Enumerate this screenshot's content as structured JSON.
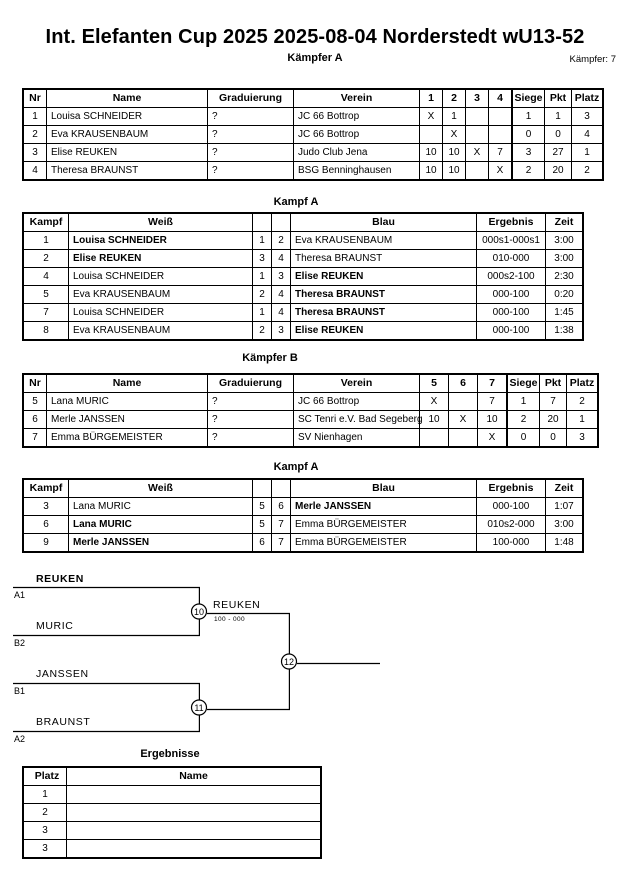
{
  "header": {
    "title": "Int. Elefanten Cup 2025  2025-08-04  Norderstedt   wU13-52",
    "subtitle": "Kämpfer A",
    "fighter_count": "Kämpfer: 7"
  },
  "standings_columns": [
    "Nr",
    "Name",
    "Graduierung",
    "Verein",
    "Siege",
    "Pkt",
    "Platz"
  ],
  "pools": [
    {
      "caption": "Kämpfer A",
      "round_columns": [
        "1",
        "2",
        "3",
        "4"
      ],
      "rows": [
        {
          "nr": "1",
          "name": "Louisa SCHNEIDER",
          "grade": "?",
          "club": "JC 66 Bottrop",
          "club_overflow": false,
          "grid": [
            "X",
            "1",
            "",
            ""
          ],
          "siege": "1",
          "pkt": "1",
          "platz": "3"
        },
        {
          "nr": "2",
          "name": "Eva KRAUSENBAUM",
          "grade": "?",
          "club": "JC 66 Bottrop",
          "club_overflow": false,
          "grid": [
            "",
            "X",
            "",
            ""
          ],
          "siege": "0",
          "pkt": "0",
          "platz": "4"
        },
        {
          "nr": "3",
          "name": "Elise REUKEN",
          "grade": "?",
          "club": "Judo Club Jena",
          "club_overflow": false,
          "grid": [
            "10",
            "10",
            "X",
            "7"
          ],
          "siege": "3",
          "pkt": "27",
          "platz": "1"
        },
        {
          "nr": "4",
          "name": "Theresa BRAUNST",
          "grade": "?",
          "club": "BSG Benninghausen",
          "club_overflow": false,
          "grid": [
            "10",
            "10",
            "",
            "X"
          ],
          "siege": "2",
          "pkt": "20",
          "platz": "2"
        }
      ],
      "match_caption": "Kampf A",
      "match_columns": [
        "Kampf",
        "Weiß",
        "Blau",
        "Ergebnis",
        "Zeit"
      ],
      "matches": [
        {
          "nr": "1",
          "white": "Louisa SCHNEIDER",
          "white_bold": true,
          "white_nr": "1",
          "blue_nr": "2",
          "blue": "Eva KRAUSENBAUM",
          "blue_bold": false,
          "result": "000s1-000s1",
          "time": "3:00"
        },
        {
          "nr": "2",
          "white": "Elise REUKEN",
          "white_bold": true,
          "white_nr": "3",
          "blue_nr": "4",
          "blue": "Theresa BRAUNST",
          "blue_bold": false,
          "result": "010-000",
          "time": "3:00"
        },
        {
          "nr": "4",
          "white": "Louisa SCHNEIDER",
          "white_bold": false,
          "white_nr": "1",
          "blue_nr": "3",
          "blue": "Elise REUKEN",
          "blue_bold": true,
          "result": "000s2-100",
          "time": "2:30"
        },
        {
          "nr": "5",
          "white": "Eva KRAUSENBAUM",
          "white_bold": false,
          "white_nr": "2",
          "blue_nr": "4",
          "blue": "Theresa BRAUNST",
          "blue_bold": true,
          "result": "000-100",
          "time": "0:20"
        },
        {
          "nr": "7",
          "white": "Louisa SCHNEIDER",
          "white_bold": false,
          "white_nr": "1",
          "blue_nr": "4",
          "blue": "Theresa BRAUNST",
          "blue_bold": true,
          "result": "000-100",
          "time": "1:45"
        },
        {
          "nr": "8",
          "white": "Eva KRAUSENBAUM",
          "white_bold": false,
          "white_nr": "2",
          "blue_nr": "3",
          "blue": "Elise REUKEN",
          "blue_bold": true,
          "result": "000-100",
          "time": "1:38"
        }
      ]
    },
    {
      "caption": "Kämpfer B",
      "round_columns": [
        "5",
        "6",
        "7"
      ],
      "rows": [
        {
          "nr": "5",
          "name": "Lana MURIC",
          "grade": "?",
          "club": "JC 66 Bottrop",
          "club_overflow": false,
          "grid": [
            "X",
            "",
            "7"
          ],
          "siege": "1",
          "pkt": "7",
          "platz": "2"
        },
        {
          "nr": "6",
          "name": "Merle JANSSEN",
          "grade": "?",
          "club": "SC Tenri e.V. Bad Segeberg",
          "club_overflow": true,
          "grid": [
            "10",
            "X",
            "10"
          ],
          "siege": "2",
          "pkt": "20",
          "platz": "1"
        },
        {
          "nr": "7",
          "name": "Emma BÜRGEMEISTER",
          "grade": "?",
          "club": "SV Nienhagen",
          "club_overflow": false,
          "grid": [
            "",
            "",
            "X"
          ],
          "siege": "0",
          "pkt": "0",
          "platz": "3"
        }
      ],
      "match_caption": "Kampf A",
      "match_columns": [
        "Kampf",
        "Weiß",
        "Blau",
        "Ergebnis",
        "Zeit"
      ],
      "matches": [
        {
          "nr": "3",
          "white": "Lana MURIC",
          "white_bold": false,
          "white_nr": "5",
          "blue_nr": "6",
          "blue": "Merle JANSSEN",
          "blue_bold": true,
          "result": "000-100",
          "time": "1:07"
        },
        {
          "nr": "6",
          "white": "Lana MURIC",
          "white_bold": true,
          "white_nr": "5",
          "blue_nr": "7",
          "blue": "Emma BÜRGEMEISTER",
          "blue_bold": false,
          "result": "010s2-000",
          "time": "3:00"
        },
        {
          "nr": "9",
          "white": "Merle JANSSEN",
          "white_bold": true,
          "white_nr": "6",
          "blue_nr": "7",
          "blue": "Emma BÜRGEMEISTER",
          "blue_bold": false,
          "result": "100-000",
          "time": "1:48"
        }
      ]
    }
  ],
  "bracket": {
    "entries": [
      {
        "name": "REUKEN",
        "seed": "A1",
        "bold": true
      },
      {
        "name": "MURIC",
        "seed": "B2",
        "bold": false
      },
      {
        "name": "JANSSEN",
        "seed": "B1",
        "bold": false
      },
      {
        "name": "BRAUNST",
        "seed": "A2",
        "bold": false
      }
    ],
    "nodes": [
      {
        "label": "10",
        "winner": "REUKEN",
        "score": "100 - 000"
      },
      {
        "label": "11",
        "winner": "",
        "score": ""
      },
      {
        "label": "12",
        "winner": "",
        "score": ""
      }
    ]
  },
  "results": {
    "caption": "Ergebnisse",
    "columns": [
      "Platz",
      "Name"
    ],
    "rows": [
      {
        "platz": "1",
        "name": ""
      },
      {
        "platz": "2",
        "name": ""
      },
      {
        "platz": "3",
        "name": ""
      },
      {
        "platz": "3",
        "name": ""
      }
    ]
  }
}
